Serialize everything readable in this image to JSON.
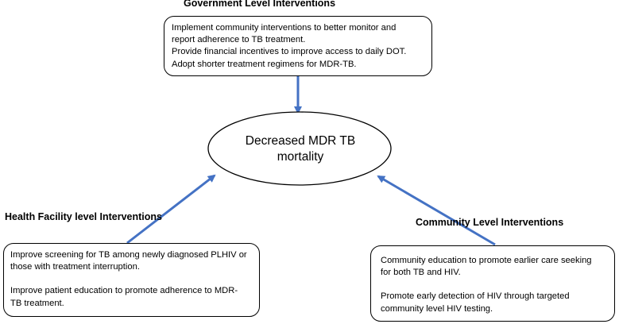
{
  "government": {
    "heading": "Government Level Interventions",
    "lines": [
      "Implement community interventions to better monitor and",
      "report adherence to TB treatment.",
      "Provide financial incentives to improve access to daily DOT.",
      "Adopt shorter treatment regimens for MDR-TB."
    ]
  },
  "center": {
    "lines": [
      "Decreased MDR TB",
      "mortality"
    ]
  },
  "health_facility": {
    "heading": "Health Facility level Interventions",
    "para1": [
      "Improve screening for TB among newly diagnosed PLHIV or",
      "those with treatment interruption."
    ],
    "para2": [
      "Improve patient education to promote adherence to MDR-",
      "TB treatment."
    ]
  },
  "community": {
    "heading": "Community Level Interventions",
    "para1": [
      "Community education to promote earlier care seeking",
      "for both TB and HIV."
    ],
    "para2": [
      "Promote early detection of HIV through targeted",
      "community level HIV testing."
    ]
  },
  "colors": {
    "arrow": "#4472C4",
    "border": "#000000"
  }
}
